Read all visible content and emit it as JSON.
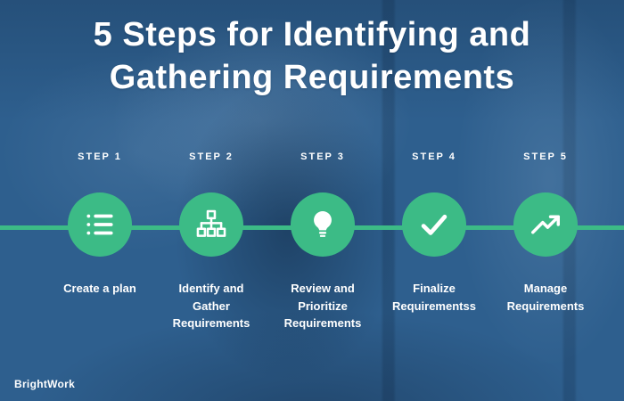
{
  "title": {
    "line1": "5 Steps for Identifying and",
    "line2": "Gathering Requirements"
  },
  "brand": "BrightWork",
  "colors": {
    "background_blue": "#2e5f8e",
    "accent_green": "#3cbb86",
    "text": "#ffffff"
  },
  "steps": [
    {
      "label": "STEP 1",
      "title": "Create a plan",
      "icon": "list-icon"
    },
    {
      "label": "STEP 2",
      "title": "Identify and Gather Requirements",
      "icon": "sitemap-icon"
    },
    {
      "label": "STEP 3",
      "title": "Review and Prioritize Requirements",
      "icon": "lightbulb-icon"
    },
    {
      "label": "STEP 4",
      "title": "Finalize Requirementss",
      "icon": "check-icon"
    },
    {
      "label": "STEP 5",
      "title": "Manage Requirements",
      "icon": "trend-up-icon"
    }
  ]
}
